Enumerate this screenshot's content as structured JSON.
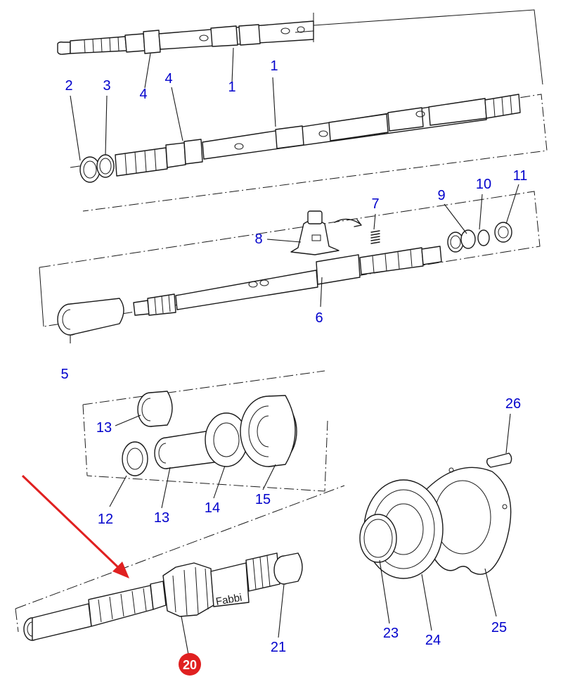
{
  "labels": {
    "l1a": "1",
    "l1b": "1",
    "l2": "2",
    "l3": "3",
    "l4a": "4",
    "l4b": "4",
    "l5": "5",
    "l6": "6",
    "l7": "7",
    "l8": "8",
    "l9": "9",
    "l10": "10",
    "l11": "11",
    "l12": "12",
    "l13a": "13",
    "l13b": "13",
    "l14": "14",
    "l15": "15",
    "l20": "20",
    "l21": "21",
    "l23": "23",
    "l24": "24",
    "l25": "25",
    "l26": "26"
  },
  "stamp_text": "Fabbi",
  "colors": {
    "label": "#0000cc",
    "highlight_badge": "#e02020",
    "arrow": "#e02020",
    "line": "#1a1a1a"
  },
  "highlighted_part": "20"
}
